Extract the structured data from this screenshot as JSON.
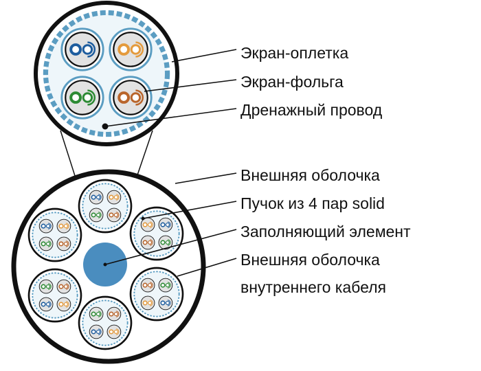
{
  "labels": {
    "braid_shield": "Экран-оплетка",
    "foil_shield": "Экран-фольга",
    "drain_wire": "Дренажный провод",
    "outer_jacket": "Внешняя оболочка",
    "bundle": "Пучок из 4 пар solid",
    "filler": "Заполняющий элемент",
    "inner_jacket_line1": "Внешняя оболочка",
    "inner_jacket_line2": "внутреннего кабеля"
  },
  "colors": {
    "blue": "#1d5c9e",
    "orange": "#e49a3c",
    "green": "#2c8a33",
    "brown": "#b9652b",
    "shield": "#5b9dc2",
    "filler": "#4a8dbf"
  }
}
